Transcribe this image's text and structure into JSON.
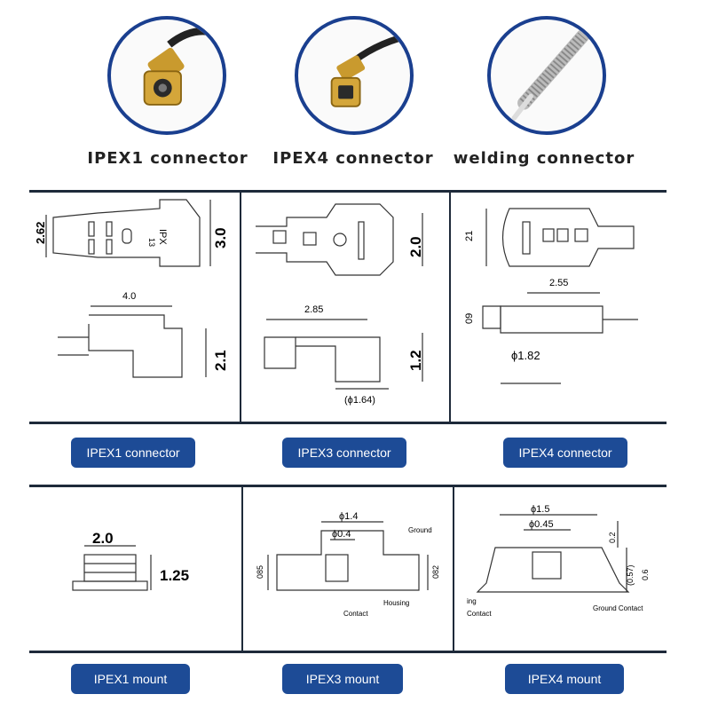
{
  "photos": [
    {
      "caption": "IPEX1 connector",
      "icon": "ipex1-connector-photo"
    },
    {
      "caption": "IPEX4 connector",
      "icon": "ipex4-connector-photo"
    },
    {
      "caption": "welding connector",
      "icon": "welding-connector-photo"
    }
  ],
  "row1": {
    "labels": [
      "IPEX1 connector",
      "IPEX3 connector",
      "IPEX4 connector"
    ],
    "ipex1": {
      "w_left": "2.62",
      "w_right": "3.0",
      "top_len": "4.0",
      "height": "2.1",
      "mark_13": "13",
      "mark_ipx": "IPX"
    },
    "ipex3": {
      "h": "2.0",
      "len": "2.85",
      "height": "1.2",
      "dia": "(ϕ1.64)"
    },
    "ipex4": {
      "h": "21",
      "len": "2.55",
      "height": "09",
      "dia": "ϕ1.82"
    }
  },
  "row2": {
    "labels": [
      "IPEX1 mount",
      "IPEX3 mount",
      "IPEX4 mount"
    ],
    "ipex1": {
      "width": "2.0",
      "height": "1.25"
    },
    "ipex3": {
      "outer": "ϕ1.4",
      "inner": "ϕ0.4",
      "ground": "Ground",
      "housing": "Housing",
      "contact": "Contact",
      "h_left": "085",
      "h_right": "082"
    },
    "ipex4": {
      "outer": "ϕ1.5",
      "inner": "ϕ0.45",
      "top_gap": "0.2",
      "inner_h": "(0.57)",
      "total_h": "0.6",
      "ground_contact": "Ground Contact",
      "contact": "Contact",
      "ing": "ing"
    }
  },
  "colors": {
    "accent": "#1d4b96",
    "ring": "#1a3f8f",
    "line": "#1e2a3a"
  }
}
